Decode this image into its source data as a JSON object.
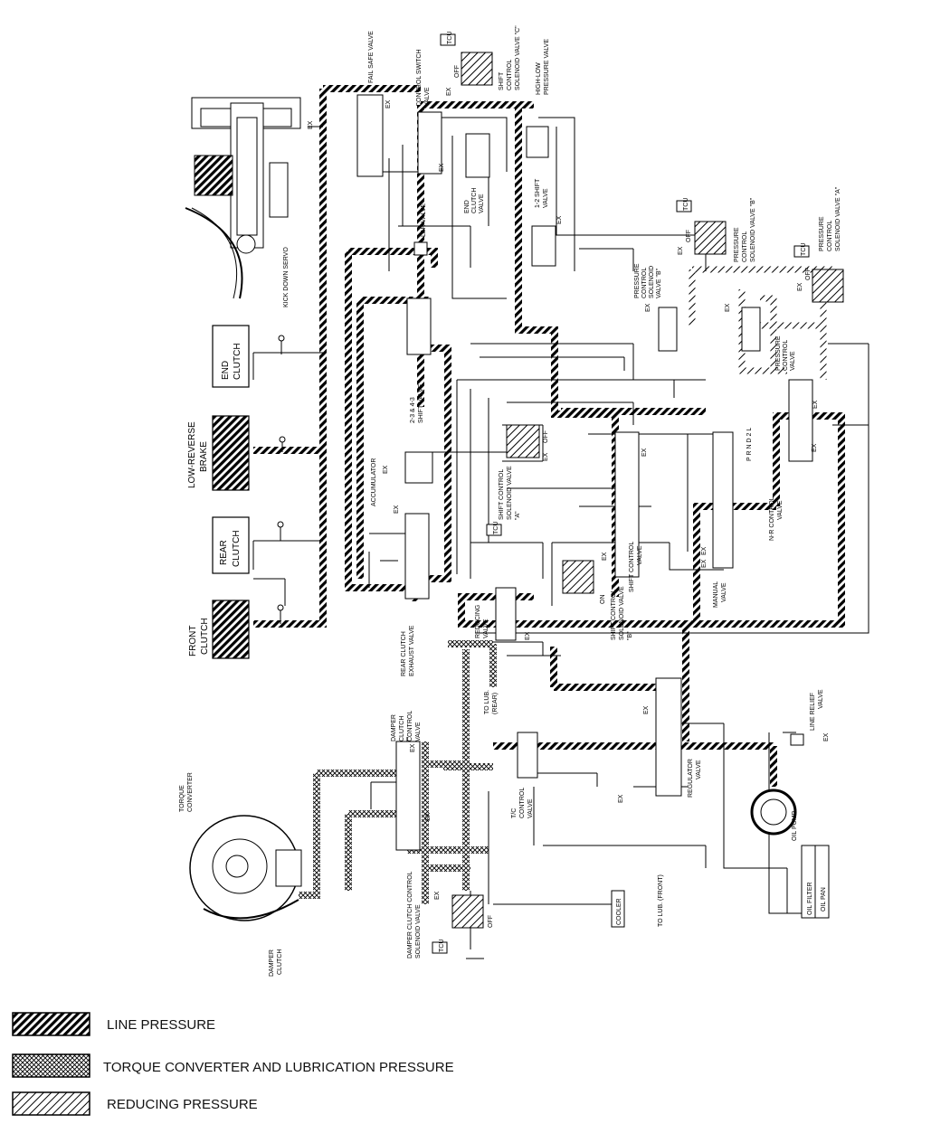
{
  "legend": {
    "line_pressure": "LINE PRESSURE",
    "tc_lube_pressure": "TORQUE CONVERTER AND LUBRICATION PRESSURE",
    "reducing_pressure": "REDUCING PRESSURE"
  },
  "clutches": {
    "end_clutch": [
      "END",
      "CLUTCH"
    ],
    "low_reverse_brake": [
      "LOW-REVERSE",
      "BRAKE"
    ],
    "rear_clutch": [
      "REAR",
      "CLUTCH"
    ],
    "front_clutch": [
      "FRONT",
      "CLUTCH"
    ]
  },
  "labels": {
    "kick_down_servo": "KICK DOWN SERVO",
    "fail_safe_valve": "FAIL SAFE VALVE",
    "control_switch_valve": [
      "CONTROL SWITCH",
      "VALVE"
    ],
    "shift_control_solenoid_c": [
      "SHIFT",
      "CONTROL",
      "SOLENOID VALVE \"C\""
    ],
    "high_low_pressure_valve": [
      "HIGH-LOW",
      "PRESSURE VALVE"
    ],
    "end_clutch_valve": [
      "END",
      "CLUTCH",
      "VALVE"
    ],
    "shift_12_valve": [
      "1-2 SHIFT",
      "VALVE"
    ],
    "lr_valve": "L&R VALVE",
    "pressure_control_solenoid_b": [
      "PRESSURE",
      "CONTROL",
      "SOLENOID VALVE \"B\""
    ],
    "pressure_control_solenoid_a": [
      "PRESSURE",
      "CONTROL",
      "SOLENOID VALVE \"A\""
    ],
    "pressure_control_solenoid_valve_b": [
      "PRESSURE",
      "CONTROL",
      "SOLENOID",
      "VALVE \"B\""
    ],
    "pressure_control_valve": [
      "PRESSURE",
      "CONTROL",
      "VALVE"
    ],
    "shift_234_valve": [
      "2-3 & 4-3",
      "SHIFT VALVE"
    ],
    "accumulator": "ACCUMULATOR",
    "shift_control_solenoid_a": [
      "SHIFT CONTROL",
      "SOLENOID VALVE",
      "\"A\""
    ],
    "shift_control_valve": [
      "SHIFT CONTROL",
      "VALVE"
    ],
    "shift_control_solenoid_b": [
      "SHIFT CONTROL",
      "SOLENOID VALVE",
      "\"B\""
    ],
    "nr_control_valve": [
      "N-R CONTROL",
      "VALVE"
    ],
    "manual_valve": [
      "MANUAL",
      "VALVE"
    ],
    "prnd2l": "P R N D 2 L",
    "rear_clutch_exhaust_valve": [
      "REAR CLUTCH",
      "EXHAUST VALVE"
    ],
    "reducing_valve": [
      "REDUCING",
      "VALVE"
    ],
    "to_lub_rear": [
      "TO LUB.",
      "(REAR)"
    ],
    "damper_clutch_control_valve": [
      "DAMPER",
      "CLUTCH",
      "CONTROL",
      "VALVE"
    ],
    "torque_converter": [
      "TORQUE",
      "CONVERTER"
    ],
    "damper_clutch": [
      "DAMPER",
      "CLUTCH"
    ],
    "tc_control_valve": [
      "T/C",
      "CONTROL",
      "VALVE"
    ],
    "regulator_valve": [
      "REGULATOR",
      "VALVE"
    ],
    "line_relief_valve": [
      "LINE RELIEF",
      "VALVE"
    ],
    "oil_pump": "OIL PUMP",
    "oil_filter": "OIL FILTER",
    "oil_pan": "OIL PAN",
    "cooler": "COOLER",
    "to_lub_front": "TO LUB. (FRONT)",
    "damper_clutch_control_solenoid": [
      "DAMPER CLUTCH CONTROL",
      "SOLENOID VALVE"
    ],
    "tcu": "TCU",
    "ex": "EX",
    "off": "OFF",
    "on": "ON"
  }
}
